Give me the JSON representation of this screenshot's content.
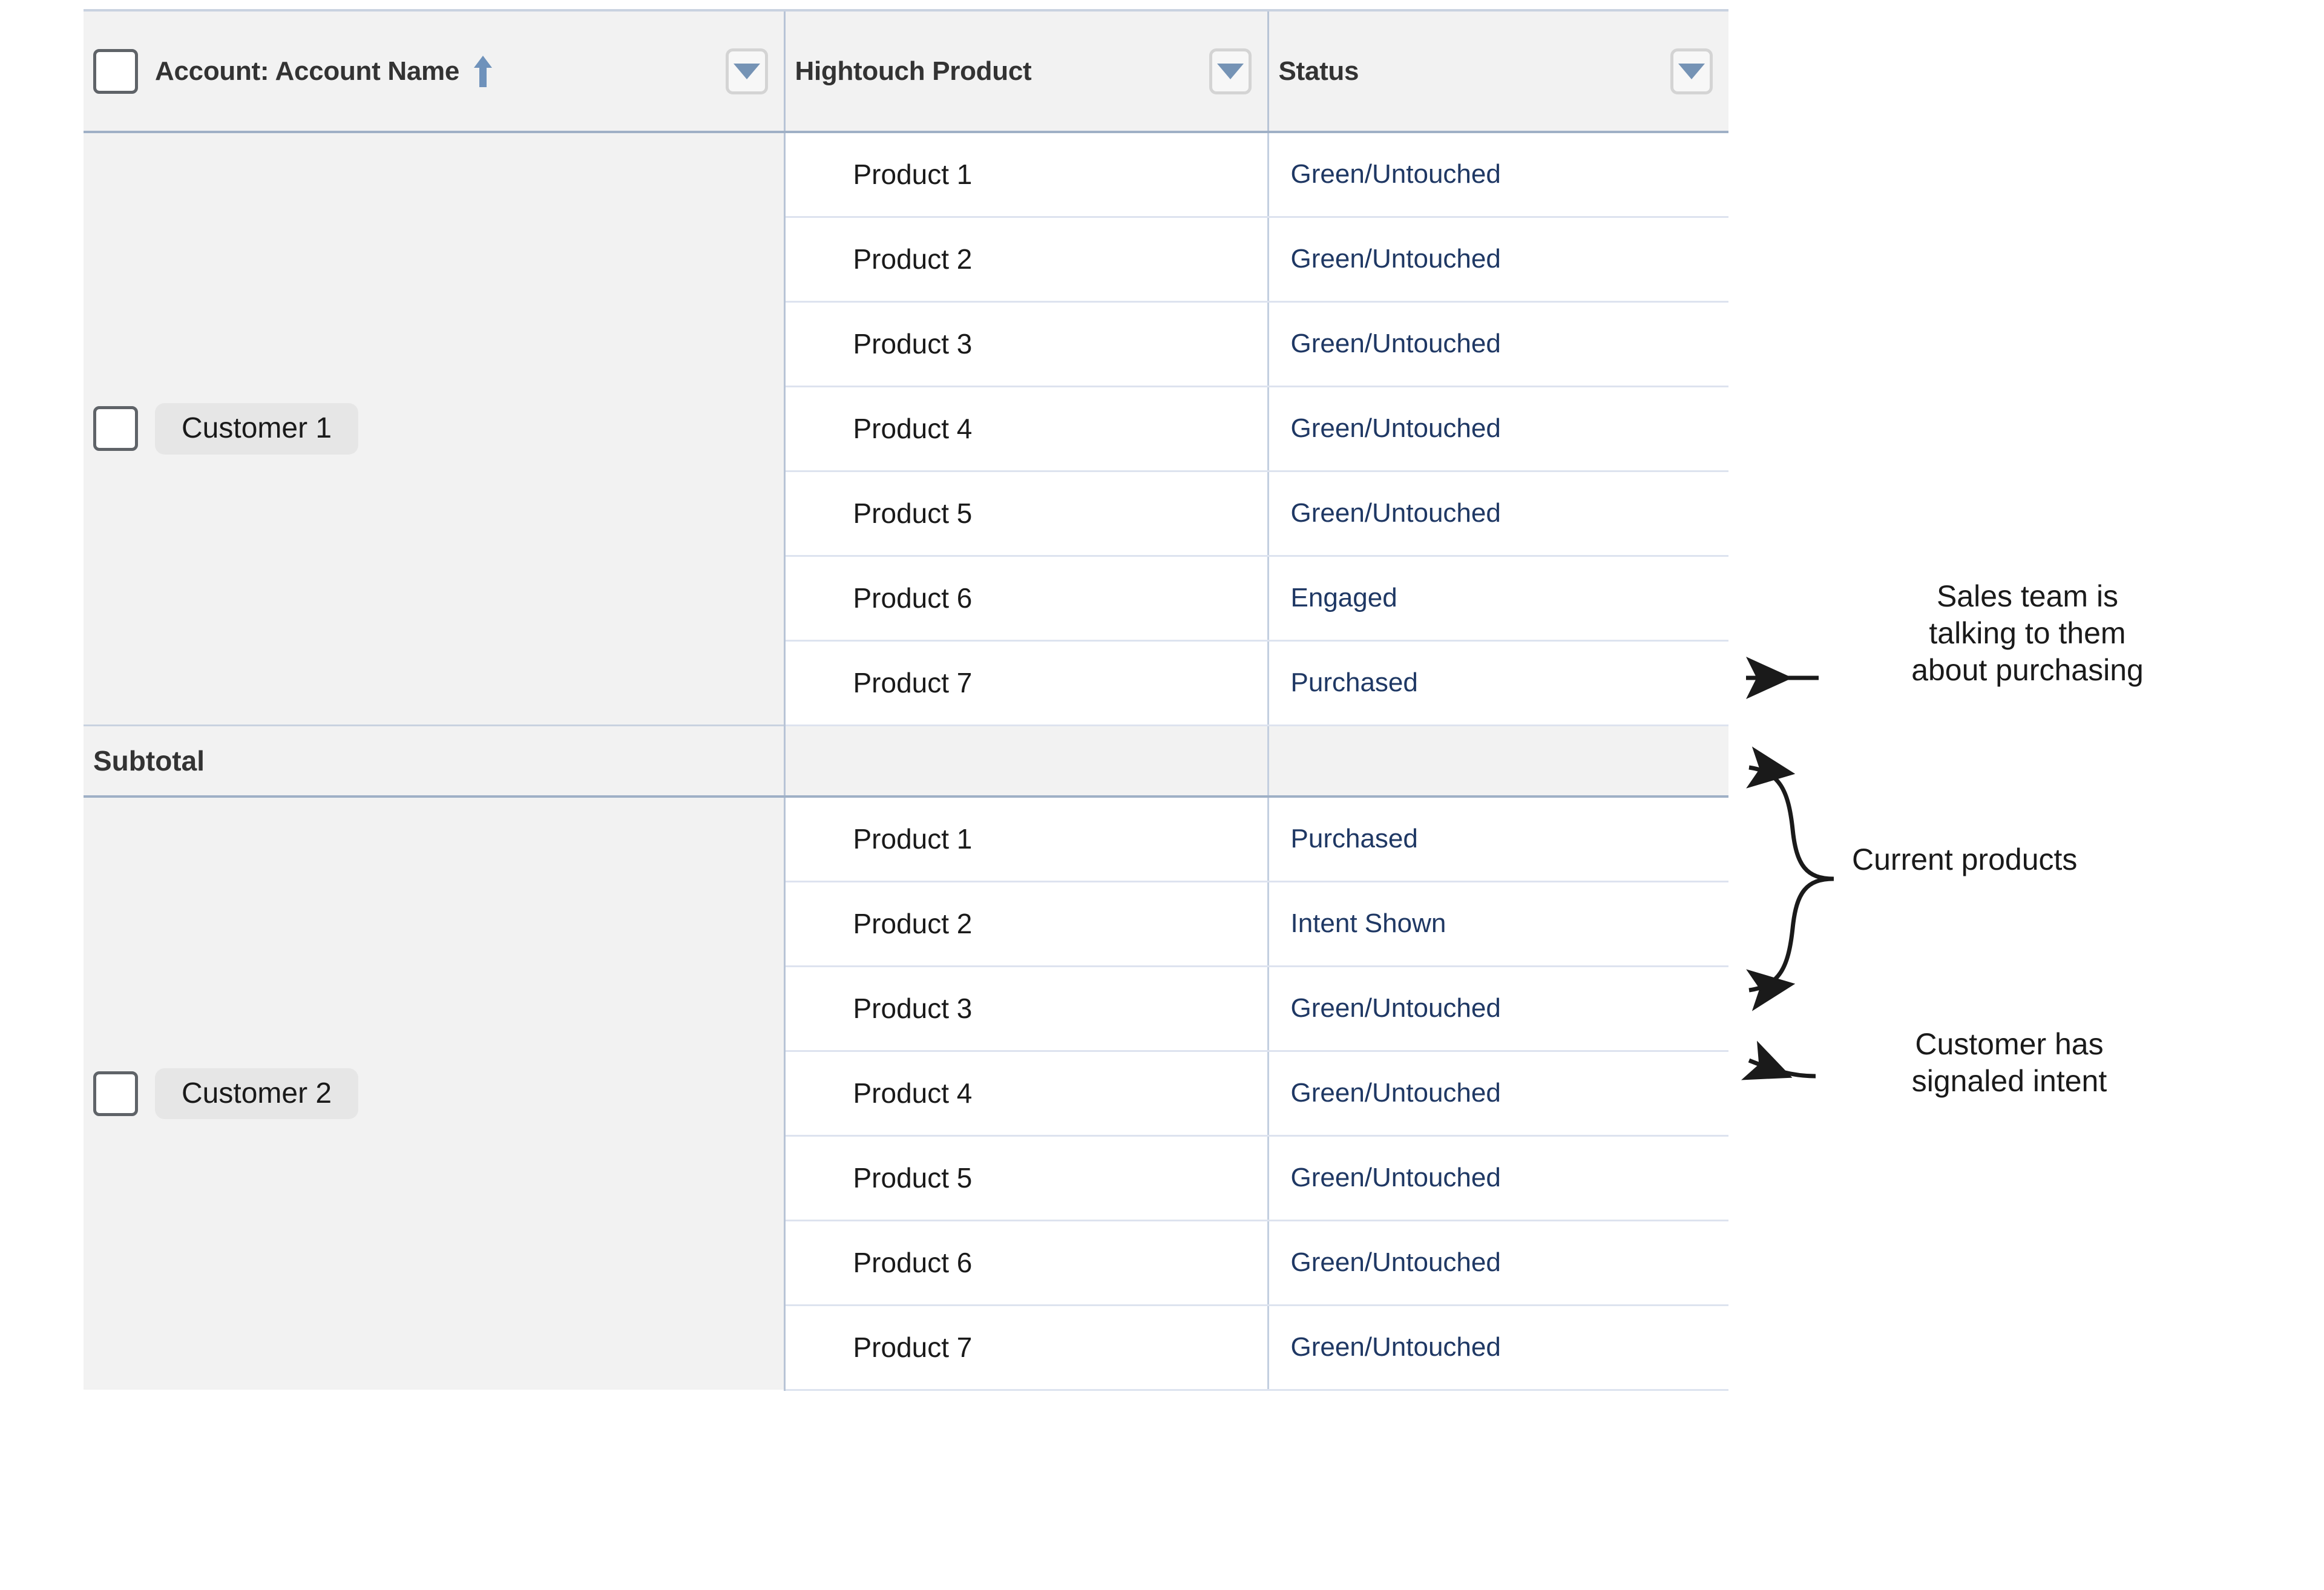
{
  "table": {
    "columns": [
      {
        "key": "account",
        "label": "Account: Account Name",
        "sort": "ascending",
        "sort_icon": "arrow-up-icon",
        "menu_icon": "chevron-down-icon",
        "has_checkbox": true
      },
      {
        "key": "product",
        "label": "Hightouch Product",
        "menu_icon": "chevron-down-icon",
        "has_checkbox": false
      },
      {
        "key": "status",
        "label": "Status",
        "menu_icon": "chevron-down-icon",
        "has_checkbox": false
      }
    ],
    "header_checkbox_checked": false,
    "subtotal_label": "Subtotal",
    "groups": [
      {
        "account": "Customer 1",
        "checked": false,
        "rows": [
          {
            "product": "Product 1",
            "status": "Green/Untouched"
          },
          {
            "product": "Product 2",
            "status": "Green/Untouched"
          },
          {
            "product": "Product 3",
            "status": "Green/Untouched"
          },
          {
            "product": "Product 4",
            "status": "Green/Untouched"
          },
          {
            "product": "Product 5",
            "status": "Green/Untouched"
          },
          {
            "product": "Product 6",
            "status": "Engaged"
          },
          {
            "product": "Product 7",
            "status": "Purchased"
          }
        ],
        "has_subtotal": true
      },
      {
        "account": "Customer 2",
        "checked": false,
        "rows": [
          {
            "product": "Product 1",
            "status": "Purchased"
          },
          {
            "product": "Product 2",
            "status": "Intent Shown"
          },
          {
            "product": "Product 3",
            "status": "Green/Untouched"
          },
          {
            "product": "Product 4",
            "status": "Green/Untouched"
          },
          {
            "product": "Product 5",
            "status": "Green/Untouched"
          },
          {
            "product": "Product 6",
            "status": "Green/Untouched"
          },
          {
            "product": "Product 7",
            "status": "Green/Untouched"
          }
        ],
        "has_subtotal": false
      }
    ]
  },
  "annotations": [
    {
      "id": "sales",
      "text": "Sales team is\ntalking to them\nabout purchasing",
      "arrow": "straight-arrow-left"
    },
    {
      "id": "current",
      "text": "Current products",
      "arrow": "curly-brace-arrow-left"
    },
    {
      "id": "intent",
      "text": "Customer has\nsignaled intent",
      "arrow": "straight-arrow-left"
    }
  ],
  "colors": {
    "status_text": "#1f3864",
    "header_bg": "#f2f2f2",
    "account_col_bg": "#f2f2f2",
    "row_divider": "#dde3ef",
    "column_divider": "#b8c4d6",
    "pill_bg": "#e6e6e6",
    "accent_blue": "#7593b5"
  }
}
